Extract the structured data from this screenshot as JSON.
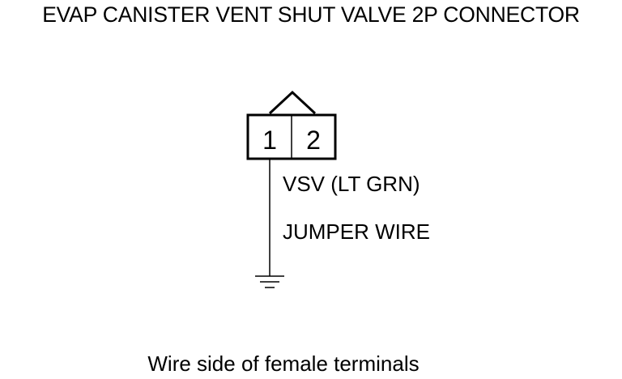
{
  "title": "EVAP CANISTER VENT SHUT VALVE 2P CONNECTOR",
  "connector": {
    "pins": [
      "1",
      "2"
    ]
  },
  "wire": {
    "color_label": "VSV (LT GRN)",
    "note": "JUMPER WIRE"
  },
  "caption": "Wire side of female terminals",
  "colors": {
    "line": "#000000",
    "background": "#ffffff"
  },
  "icons": {
    "ground": "ground-symbol-icon",
    "key": "connector-key-icon"
  }
}
